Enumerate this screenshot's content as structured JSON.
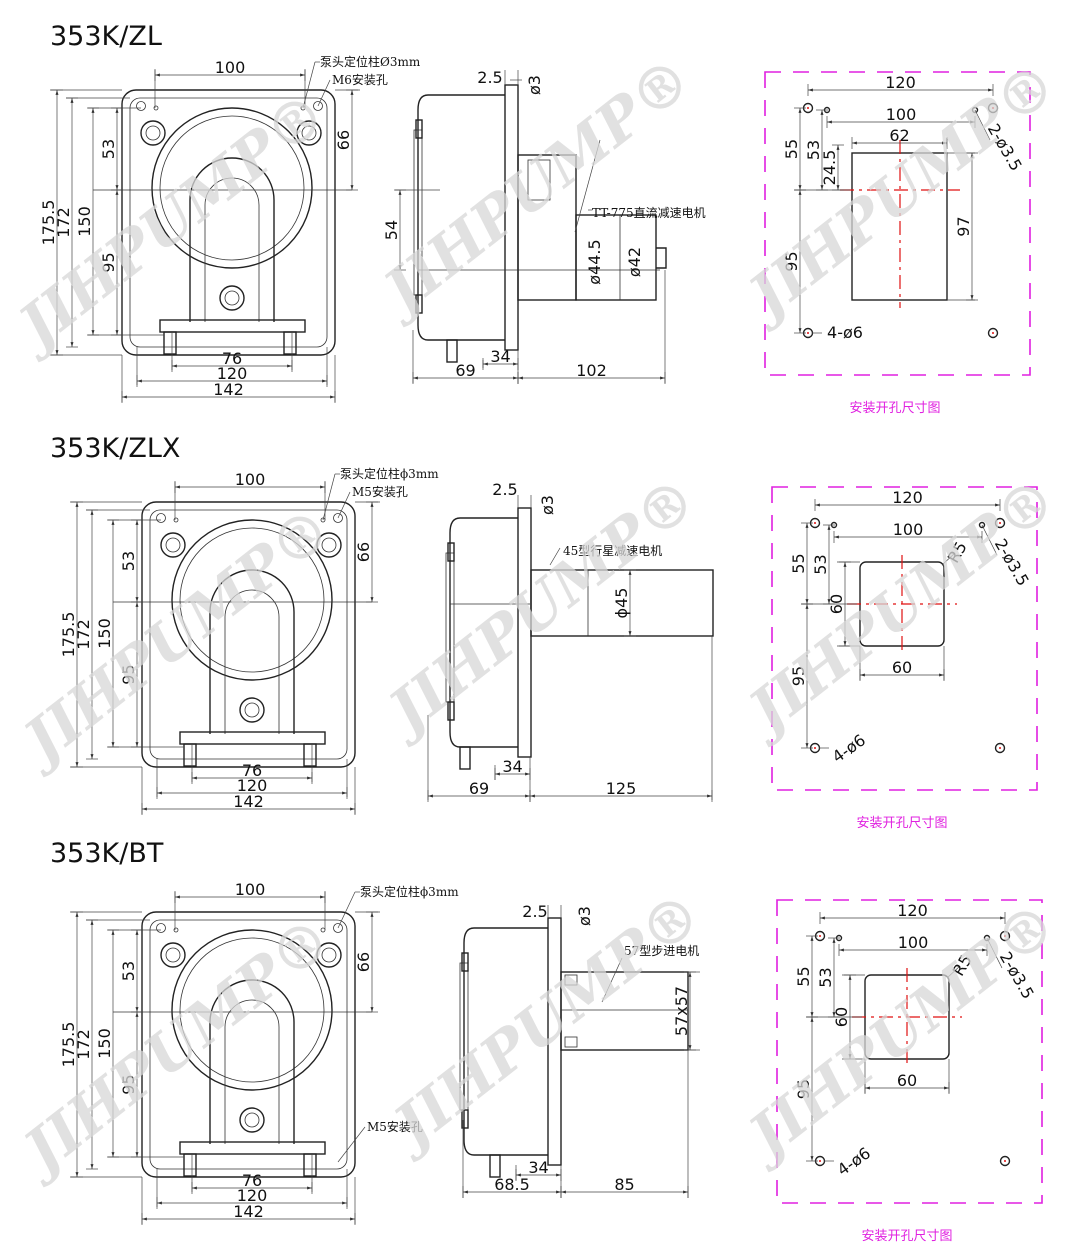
{
  "watermark": "JIHPUMP®",
  "colors": {
    "line": "#222222",
    "centerline": "#e01010",
    "cutout_frame": "#e020e0"
  },
  "sections": [
    {
      "title": "353K/ZL",
      "front": {
        "w100": "100",
        "h66": "66",
        "h53": "53",
        "h175": "175.5",
        "h172": "172",
        "h150": "150",
        "h95": "95",
        "w76": "76",
        "w120": "120",
        "w142": "142",
        "note1": "泵头定位柱Ø3mm",
        "note2": "M6安装孔"
      },
      "side": {
        "d25": "2.5",
        "d3": "ø3",
        "h": "54",
        "motor": "TT-775直流减速电机",
        "dia1": "ø44.5",
        "dia2": "ø42",
        "w34": "34",
        "w69": "69",
        "wm": "102"
      },
      "cutout": {
        "w120": "120",
        "w100": "100",
        "w62": "62",
        "h55": "55",
        "h53": "53",
        "h245": "24.5",
        "h97": "97",
        "h95": "95",
        "holes2": "2-ø3.5",
        "holes4": "4-ø6",
        "caption": "安装开孔尺寸图"
      }
    },
    {
      "title": "353K/ZLX",
      "front": {
        "w100": "100",
        "h66": "66",
        "h53": "53",
        "h175": "175.5",
        "h172": "172",
        "h150": "150",
        "h95": "95",
        "w76": "76",
        "w120": "120",
        "w142": "142",
        "note1": "泵头定位柱ϕ3mm",
        "note2": "M5安装孔"
      },
      "side": {
        "d25": "2.5",
        "d3": "ø3",
        "motor": "45型行星减速电机",
        "dia1": "ϕ45",
        "w34": "34",
        "w69": "69",
        "wm": "125"
      },
      "cutout": {
        "w120": "120",
        "w100": "100",
        "r": "R5",
        "w60": "60",
        "h60": "60",
        "h55": "55",
        "h53": "53",
        "h95": "95",
        "holes2": "2-ø3.5",
        "holes4": "4-ø6",
        "caption": "安装开孔尺寸图"
      }
    },
    {
      "title": "353K/BT",
      "front": {
        "w100": "100",
        "h66": "66",
        "h53": "53",
        "h175": "175.5",
        "h172": "172",
        "h150": "150",
        "h95": "95",
        "w76": "76",
        "w120": "120",
        "w142": "142",
        "note1": "泵头定位柱ϕ3mm",
        "note2": "M5安装孔"
      },
      "side": {
        "d25": "2.5",
        "d3": "ø3",
        "motor": "57型步进电机",
        "dia1": "57x57",
        "w34": "34",
        "w69": "68.5",
        "wm": "85"
      },
      "cutout": {
        "w120": "120",
        "w100": "100",
        "r": "R5",
        "w60": "60",
        "h60": "60",
        "h55": "55",
        "h53": "53",
        "h95": "95",
        "holes2": "2-ø3.5",
        "holes4": "4-ø6",
        "caption": "安装开孔尺寸图"
      }
    }
  ]
}
